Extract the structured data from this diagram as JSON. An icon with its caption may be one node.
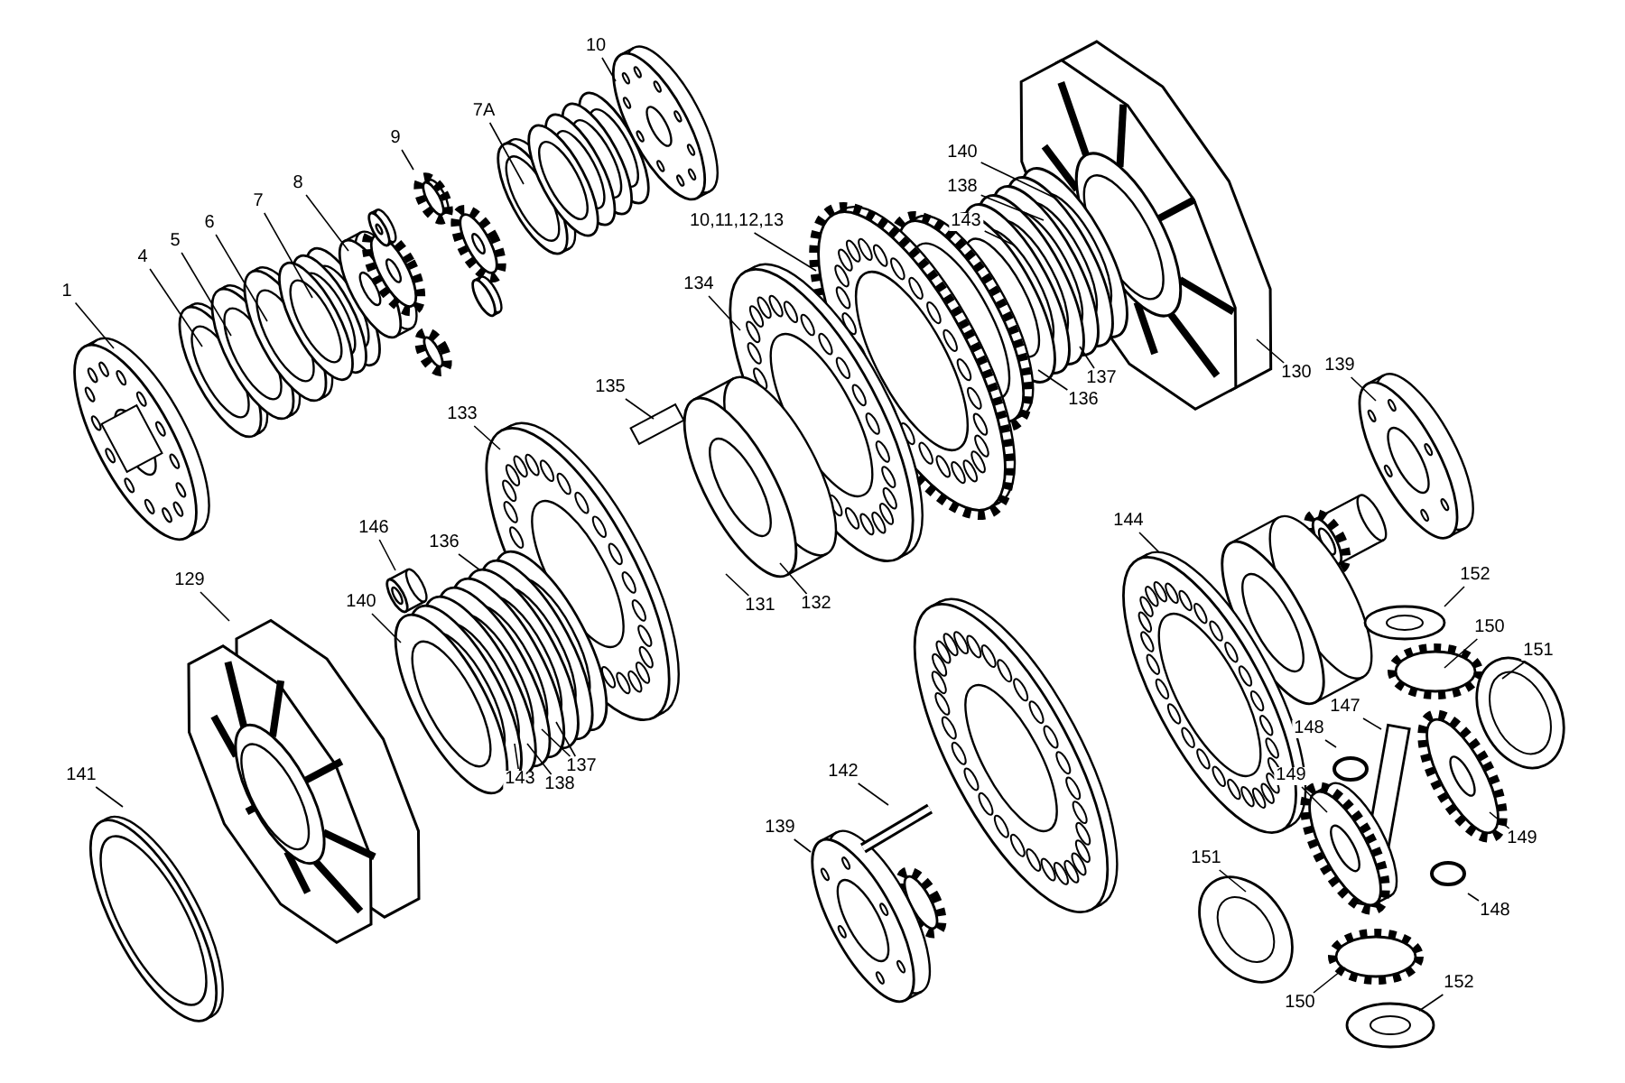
{
  "diagram": {
    "nodes": [
      {
        "text": [
          "1"
        ]
      },
      {
        "text": [
          "4"
        ]
      },
      {
        "text": [
          "5"
        ]
      },
      {
        "text": [
          "6"
        ]
      },
      {
        "text": [
          "7"
        ]
      },
      {
        "text": [
          "8"
        ]
      },
      {
        "text": [
          "9"
        ]
      },
      {
        "text": [
          "7A"
        ]
      },
      {
        "text": [
          "10"
        ]
      },
      {
        "text": [
          "10,11,12,13"
        ]
      },
      {
        "text": [
          "134"
        ]
      },
      {
        "text": [
          "140"
        ]
      },
      {
        "text": [
          "138"
        ]
      },
      {
        "text": [
          "143"
        ]
      },
      {
        "text": [
          "135"
        ]
      },
      {
        "text": [
          "133"
        ]
      },
      {
        "text": [
          "137"
        ]
      },
      {
        "text": [
          "136"
        ]
      },
      {
        "text": [
          "130"
        ]
      },
      {
        "text": [
          "139"
        ]
      },
      {
        "text": [
          "146"
        ]
      },
      {
        "text": [
          "136"
        ]
      },
      {
        "text": [
          "144"
        ]
      },
      {
        "text": [
          "129"
        ]
      },
      {
        "text": [
          "140"
        ]
      },
      {
        "text": [
          "131"
        ]
      },
      {
        "text": [
          "132"
        ]
      },
      {
        "text": [
          "152"
        ]
      },
      {
        "text": [
          "150"
        ]
      },
      {
        "text": [
          "151"
        ]
      },
      {
        "text": [
          "147"
        ]
      },
      {
        "text": [
          "148"
        ]
      },
      {
        "text": [
          "141"
        ]
      },
      {
        "text": [
          "142"
        ]
      },
      {
        "text": [
          "149"
        ]
      },
      {
        "text": [
          "143"
        ]
      },
      {
        "text": [
          "138"
        ]
      },
      {
        "text": [
          "137"
        ]
      },
      {
        "text": [
          "139"
        ]
      },
      {
        "text": [
          "149"
        ]
      },
      {
        "text": [
          "151"
        ]
      },
      {
        "text": [
          "148"
        ]
      },
      {
        "text": [
          "150"
        ]
      },
      {
        "text": [
          "152"
        ]
      }
    ],
    "edges": [
      {
        "from": 0,
        "to": null,
        "arrow": "none"
      },
      {
        "from": 1,
        "to": null,
        "arrow": "none"
      },
      {
        "from": 2,
        "to": null,
        "arrow": "none"
      },
      {
        "from": 3,
        "to": null,
        "arrow": "none"
      },
      {
        "from": 4,
        "to": null,
        "arrow": "none"
      },
      {
        "from": 5,
        "to": null,
        "arrow": "none"
      },
      {
        "from": 6,
        "to": null,
        "arrow": "none"
      },
      {
        "from": 7,
        "to": null,
        "arrow": "none"
      },
      {
        "from": 8,
        "to": null,
        "arrow": "none"
      },
      {
        "from": 9,
        "to": null,
        "arrow": "none"
      },
      {
        "from": 10,
        "to": null,
        "arrow": "none"
      },
      {
        "from": 11,
        "to": null,
        "arrow": "none"
      },
      {
        "from": 12,
        "to": null,
        "arrow": "none"
      },
      {
        "from": 13,
        "to": null,
        "arrow": "none"
      },
      {
        "from": 14,
        "to": null,
        "arrow": "none"
      },
      {
        "from": 15,
        "to": null,
        "arrow": "none"
      },
      {
        "from": 16,
        "to": null,
        "arrow": "none"
      },
      {
        "from": 17,
        "to": null,
        "arrow": "none"
      },
      {
        "from": 18,
        "to": null,
        "arrow": "none"
      },
      {
        "from": 19,
        "to": null,
        "arrow": "none"
      },
      {
        "from": 20,
        "to": null,
        "arrow": "none"
      },
      {
        "from": 21,
        "to": null,
        "arrow": "none"
      },
      {
        "from": 22,
        "to": null,
        "arrow": "none"
      },
      {
        "from": 23,
        "to": null,
        "arrow": "none"
      },
      {
        "from": 24,
        "to": null,
        "arrow": "none"
      },
      {
        "from": 25,
        "to": null,
        "arrow": "none"
      },
      {
        "from": 26,
        "to": null,
        "arrow": "none"
      },
      {
        "from": 27,
        "to": null,
        "arrow": "none"
      },
      {
        "from": 28,
        "to": null,
        "arrow": "none"
      },
      {
        "from": 29,
        "to": null,
        "arrow": "none"
      },
      {
        "from": 30,
        "to": null,
        "arrow": "none"
      },
      {
        "from": 31,
        "to": null,
        "arrow": "none"
      },
      {
        "from": 32,
        "to": null,
        "arrow": "none"
      },
      {
        "from": 33,
        "to": null,
        "arrow": "none"
      },
      {
        "from": 34,
        "to": null,
        "arrow": "none"
      },
      {
        "from": 35,
        "to": null,
        "arrow": "none"
      },
      {
        "from": 36,
        "to": null,
        "arrow": "none"
      },
      {
        "from": 37,
        "to": null,
        "arrow": "none"
      },
      {
        "from": 37,
        "to": null,
        "arrow": "none"
      },
      {
        "from": 38,
        "to": null,
        "arrow": "none"
      },
      {
        "from": 39,
        "to": null,
        "arrow": "none"
      },
      {
        "from": 40,
        "to": null,
        "arrow": "none"
      },
      {
        "from": 41,
        "to": null,
        "arrow": "none"
      },
      {
        "from": 42,
        "to": null,
        "arrow": "none"
      },
      {
        "from": 43,
        "to": null,
        "arrow": "none"
      }
    ]
  }
}
